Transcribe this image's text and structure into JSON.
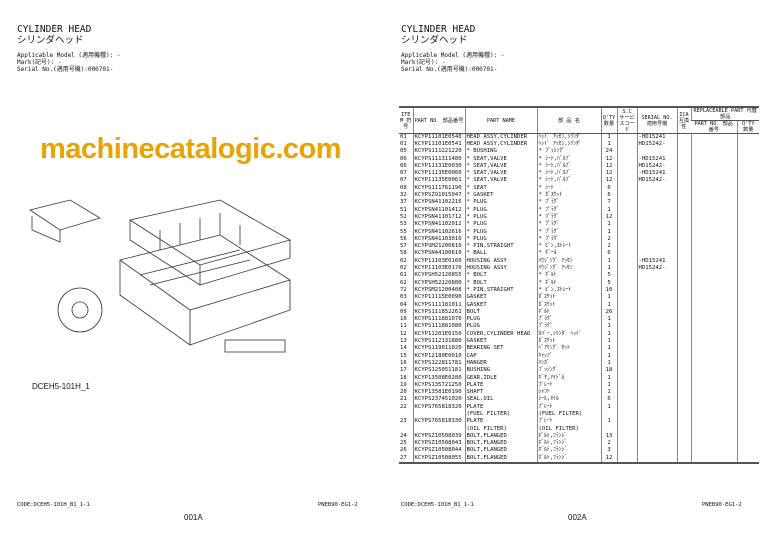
{
  "left": {
    "title": "CYLINDER HEAD",
    "title_jp": "シリンダヘッド",
    "model": "Applicable Model (適用機種): -",
    "mark": "Mark(記号): -",
    "serial": "Serial No.(適用号機):000701-",
    "figure_label": "DCEH5-101H_1",
    "code": "CODE:DCEH5-101H_B1_1-1",
    "ref": "PNEB90-EG1-2",
    "page": "001A"
  },
  "right": {
    "title": "CYLINDER HEAD",
    "title_jp": "シリンダヘッド",
    "model": "Applicable Model (適用機種): -",
    "mark": "Mark(記号): -",
    "serial": "Serial No.(適用号機):000701-",
    "code": "CODE:DCEH5-101H_B1_1-1",
    "ref": "PNEB90-EG1-2",
    "page": "002A"
  },
  "watermark": "machinecatalogic.com",
  "table": {
    "headers": {
      "item": "ITEM 符号",
      "part_no": "PART NO. 部品番号",
      "part_name": "PART NAME",
      "jp_name": "部 品 名",
      "qty": "Q'TY 数量",
      "sc": "S.C サービスコード",
      "serial": "SERIAL NO. 適用号機",
      "ica": "ICA 互換性",
      "replaceable": "REPLACEABLE PART 代替部品",
      "rep_part_no": "PART NO. 部品番号",
      "rep_qty": "Q'TY 数量"
    },
    "rows": [
      [
        "01",
        "KCYP11101E0540",
        "HEAD ASSY,CYLINDER",
        "ﾍｯﾄﾞ ｱｯｾﾝ,ｼﾘﾝﾀﾞ",
        "1",
        "-HD15241"
      ],
      [
        "01",
        "KCYP11101E0541",
        "HEAD ASSY,CYLINDER",
        "ﾍｯﾄﾞ ｱｯｾﾝ,ｼﾘﾝﾀﾞ",
        "1",
        "HD15242-"
      ],
      [
        "05",
        "KCYPS111221220",
        "* BUSHING",
        "* ﾌﾞｯｼﾝｸﾞ",
        "24",
        ""
      ],
      [
        "06",
        "KCYPS111311480",
        "* SEAT,VALVE",
        "* ｼｰﾄ,ﾊﾞﾙﾌﾞ",
        "12",
        "-HD15241"
      ],
      [
        "06",
        "KCYP11131E0030",
        "* SEAT,VALVE",
        "* ｼｰﾄ,ﾊﾞﾙﾌﾞ",
        "12",
        "HD15242-"
      ],
      [
        "07",
        "KCYP11135E0060",
        "* SEAT,VALVE",
        "* ｼｰﾄ,ﾊﾞﾙﾌﾞ",
        "12",
        "-HD15241"
      ],
      [
        "07",
        "KCYP11135E0061",
        "* SEAT,VALVE",
        "* ｼｰﾄ,ﾊﾞﾙﾌﾞ",
        "12",
        "HD15242-"
      ],
      [
        "08",
        "KCYPS111761190",
        "* SEAT",
        "* ｼｰﾄ",
        "6",
        ""
      ],
      [
        "32",
        "KCYPSZ91015047",
        "* GASKET",
        "* ｶﾞｽｹｯﾄ",
        "6",
        ""
      ],
      [
        "37",
        "KCYPSN41102216",
        "* PLUG",
        "* ﾌﾟﾗｸﾞ",
        "7",
        ""
      ],
      [
        "51",
        "KCYPSN41101412",
        "* PLUG",
        "* ﾌﾟﾗｸﾞ",
        "1",
        ""
      ],
      [
        "52",
        "KCYPSN41101712",
        "* PLUG",
        "* ﾌﾟﾗｸﾞ",
        "12",
        ""
      ],
      [
        "53",
        "KCYPSN41102012",
        "* PLUG",
        "* ﾌﾟﾗｸﾞ",
        "1",
        ""
      ],
      [
        "55",
        "KCYPSN41102616",
        "* PLUG",
        "* ﾌﾟﾗｸﾞ",
        "1",
        ""
      ],
      [
        "56",
        "KCYPSN41103016",
        "* PLUG",
        "* ﾌﾟﾗｸﾞ",
        "2",
        ""
      ],
      [
        "57",
        "KCYPSM21200816",
        "* PIN,STRAIGHT",
        "* ﾋﾟﾝ,ｽﾄﾚｰﾄ",
        "2",
        ""
      ],
      [
        "58",
        "KCYPSN44100610",
        "* BALL",
        "* ﾎﾞｰﾙ",
        "6",
        ""
      ],
      [
        "02",
        "KCYP11103E0160",
        "HOUSING ASSY",
        "ﾊｳｼﾞﾝｸﾞ ｱｯｾﾝ",
        "1",
        "-HD15241"
      ],
      [
        "02",
        "KCYP11103E0170",
        "HOUSING ASSY",
        "ﾊｳｼﾞﾝｸﾞ ｱｯｾﾝ",
        "1",
        "HD15242-"
      ],
      [
        "61",
        "KCYPSH52120855",
        "* BOLT",
        "* ﾎﾞﾙﾄ",
        "5",
        ""
      ],
      [
        "62",
        "KCYPSH52120800",
        "* BOLT",
        "* ﾎﾞﾙﾄ",
        "5",
        ""
      ],
      [
        "72",
        "KCYPSM21200408",
        "* PIN,STRAIGHT",
        "* ﾋﾟﾝ,ｽﾄﾚｰﾄ",
        "10",
        ""
      ],
      [
        "03",
        "KCYP11115E0090",
        "GASKET",
        "ｶﾞｽｹｯﾄ",
        "1",
        ""
      ],
      [
        "04",
        "KCYPS111181011",
        "GASKET",
        "ｶﾞｽｹｯﾄ",
        "1",
        ""
      ],
      [
        "09",
        "KCYPS111852261",
        "BOLT",
        "ﾎﾞﾙﾄ",
        "26",
        ""
      ],
      [
        "10",
        "KCYPS111881070",
        "PLUG",
        "ﾌﾟﾗｸﾞ",
        "1",
        ""
      ],
      [
        "11",
        "KCYPS111881080",
        "PLUG",
        "ﾌﾟﾗｸﾞ",
        "1",
        ""
      ],
      [
        "12",
        "KCYP11201E0150",
        "COVER,CYLINDER HEAD",
        "ｶﾊﾞｰ,ｼﾘﾝﾀﾞ ﾍｯﾄﾞ",
        "1",
        ""
      ],
      [
        "13",
        "KCYPS112131880",
        "GASKET",
        "ｶﾞｽｹｯﾄ",
        "1",
        ""
      ],
      [
        "14",
        "KCYPS119011020",
        "BEARING SET",
        "ﾍﾞｱﾘﾝｸﾞ ｾｯﾄ",
        "1",
        ""
      ],
      [
        "15",
        "KCYP12180E0010",
        "CAP",
        "ｷｬｯﾌﾟ",
        "1",
        ""
      ],
      [
        "16",
        "KCYPS122811781",
        "HANGER",
        "ﾊﾝｶﾞ",
        "1",
        ""
      ],
      [
        "17",
        "KCYPS125051181",
        "BUSHING",
        "ﾌﾞｯｼﾝｸﾞ",
        "18",
        ""
      ],
      [
        "18",
        "KCYP13508E0280",
        "GEAR,IDLE",
        "ｷﾞﾔ,ｱｲﾄﾞﾙ",
        "1",
        ""
      ],
      [
        "19",
        "KCYPS135721250",
        "PLATE",
        "ﾌﾟﾚｰﾄ",
        "1",
        ""
      ],
      [
        "20",
        "KCYP13581E0190",
        "SHAFT",
        "ｼｬﾌﾄ",
        "1",
        ""
      ],
      [
        "21",
        "KCYPS237451020",
        "SEAL,OIL",
        "ｼｰﾙ,ｵｲﾙ",
        "6",
        ""
      ],
      [
        "22",
        "KCYPS765818320",
        "PLATE",
        "ﾌﾟﾚｰﾄ",
        "1",
        ""
      ],
      [
        "",
        "",
        "(FUEL FILTER)",
        "(FUEL FILTER)",
        "",
        ""
      ],
      [
        "23",
        "KCYPS765818330",
        "PLATE",
        "ﾌﾟﾚｰﾄ",
        "1",
        ""
      ],
      [
        "",
        "",
        "(OIL FILTER)",
        "(OIL FILTER)",
        "",
        ""
      ],
      [
        "24",
        "KCYPSZ10508039",
        "BOLT,FLANGED",
        "ﾎﾞﾙﾄ,ﾌﾗﾝｼﾞ",
        "13",
        ""
      ],
      [
        "25",
        "KCYPSZ10508043",
        "BOLT,FLANGED",
        "ﾎﾞﾙﾄ,ﾌﾗﾝｼﾞ",
        "2",
        ""
      ],
      [
        "26",
        "KCYPSZ10508044",
        "BOLT,FLANGED",
        "ﾎﾞﾙﾄ,ﾌﾗﾝｼﾞ",
        "3",
        ""
      ],
      [
        "27",
        "KCYPSZ10508055",
        "BOLT,FLANGED",
        "ﾎﾞﾙﾄ,ﾌﾗﾝｼﾞ",
        "12",
        ""
      ]
    ]
  }
}
